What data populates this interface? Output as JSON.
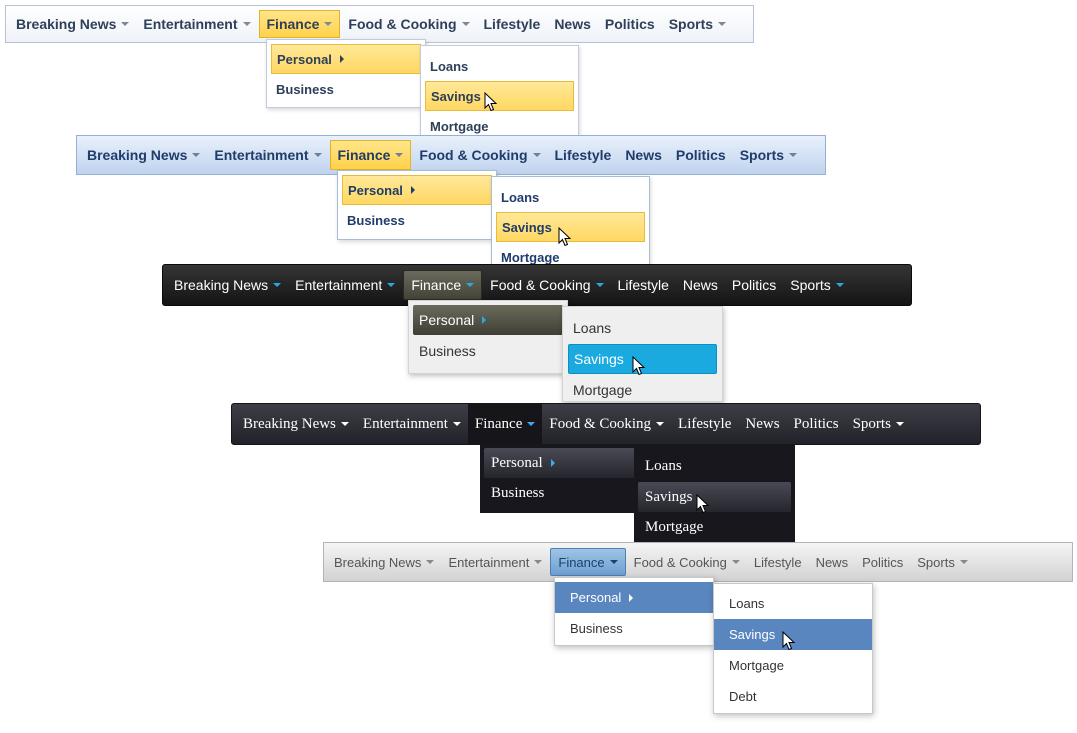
{
  "nav": [
    {
      "label": "Breaking News",
      "has_caret": true
    },
    {
      "label": "Entertainment",
      "has_caret": true
    },
    {
      "label": "Finance",
      "has_caret": true
    },
    {
      "label": "Food & Cooking",
      "has_caret": true
    },
    {
      "label": "Lifestyle",
      "has_caret": false
    },
    {
      "label": "News",
      "has_caret": false
    },
    {
      "label": "Politics",
      "has_caret": false
    },
    {
      "label": "Sports",
      "has_caret": true
    }
  ],
  "finance_menu": [
    "Personal",
    "Business"
  ],
  "personal_menu": [
    "Loans",
    "Savings",
    "Mortgage",
    "Debt"
  ],
  "themes": [
    {
      "name": "light-gold",
      "accent": "#ffd24a",
      "bar": "#eef2f8"
    },
    {
      "name": "blue-gold",
      "accent": "#ffd24a",
      "bar": "#bfd3ee"
    },
    {
      "name": "black-cyan",
      "accent": "#1aaae0",
      "bar": "#141414"
    },
    {
      "name": "dark-serif",
      "accent": "#3aaaf0",
      "bar": "#22222a"
    },
    {
      "name": "grey-blue",
      "accent": "#5a86c0",
      "bar": "#d2d2d2"
    }
  ]
}
